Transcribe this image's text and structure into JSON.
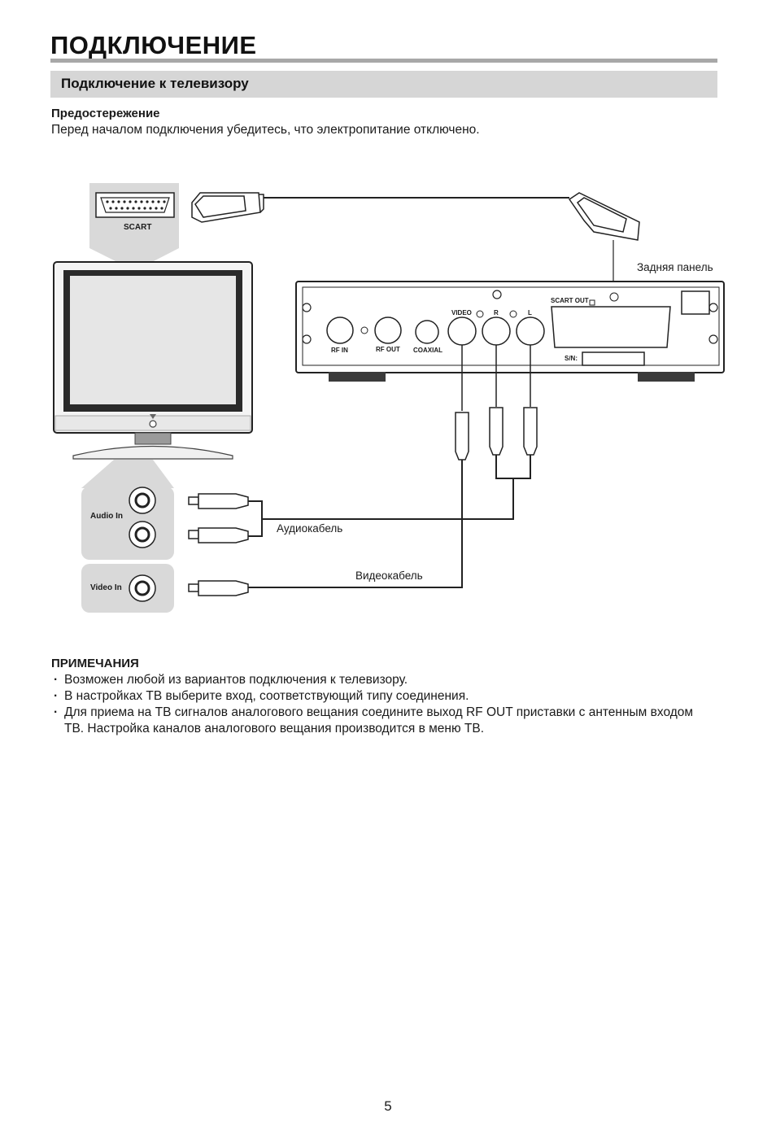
{
  "page": {
    "title": "ПОДКЛЮЧЕНИЕ",
    "section_title": "Подключение к телевизору",
    "caution_heading": "Предостережение",
    "caution_text": "Перед началом подключения убедитесь, что электропитание отключено.",
    "page_number": "5"
  },
  "diagram": {
    "scart_label": "SCART",
    "rear_panel_label": "Задняя панель",
    "audio_cable_label": "Аудиокабель",
    "video_cable_label": "Видеокабель",
    "tv_audio_in_label": "Audio In",
    "tv_video_in_label": "Video In",
    "ports": {
      "rf_in": "RF IN",
      "rf_out": "RF OUT",
      "coaxial": "COAXIAL",
      "video": "VIDEO",
      "r": "R",
      "l": "L",
      "scart_out": "SCART OUT",
      "sn": "S/N:"
    }
  },
  "notes": {
    "heading": "ПРИМЕЧАНИЯ",
    "items": [
      "Возможен любой из вариантов подключения к телевизору.",
      "В настройках ТВ выберите вход, соответствующий типу соединения.",
      "Для приема на ТВ сигналов аналогового вещания соедините выход RF OUT приставки с антенным входом ТВ. Настройка каналов аналогового вещания производится в меню ТВ."
    ]
  }
}
